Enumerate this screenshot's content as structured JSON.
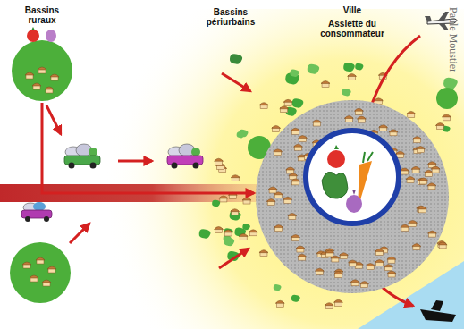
{
  "diagram": {
    "nodes": [
      {
        "text": [
          "Bassins ruraux"
        ]
      },
      {
        "text": [
          "Ville",
          "Assiette du consommateur"
        ]
      }
    ],
    "edges": [
      {
        "from": 0,
        "to": 1,
        "arrow": "to"
      }
    ],
    "labels": [
      "Bassins périurbains",
      "Paule Moustier"
    ]
  }
}
